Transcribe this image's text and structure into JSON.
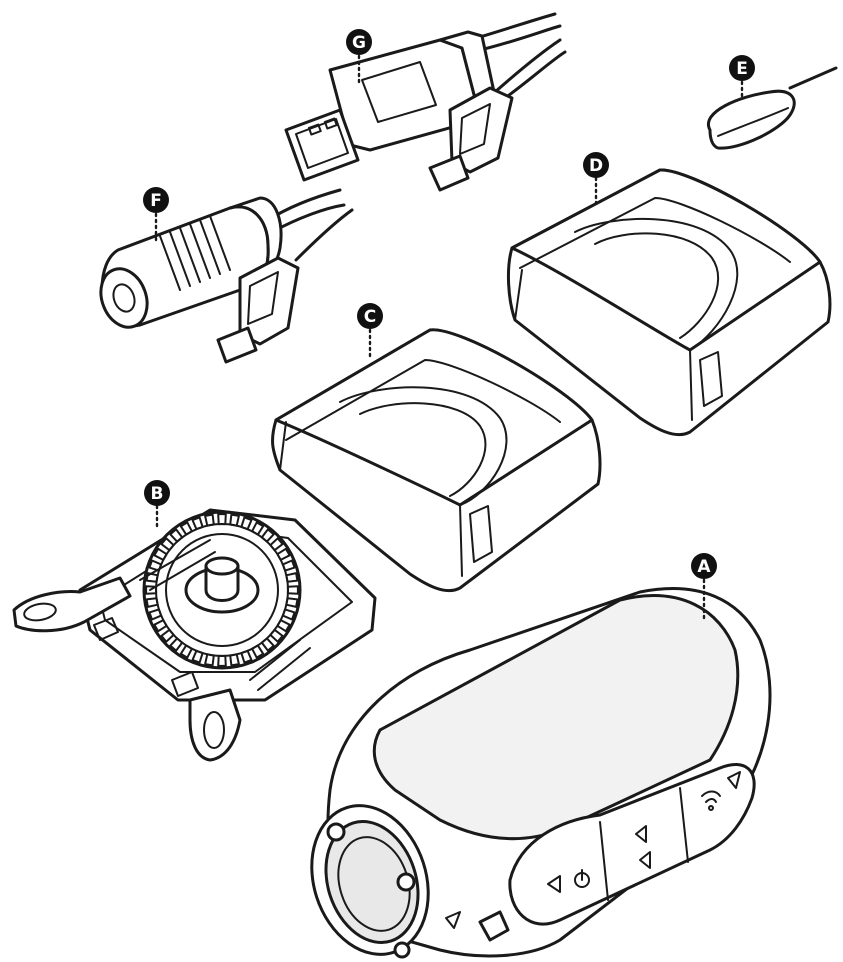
{
  "callouts": [
    {
      "id": "A",
      "label": "A"
    },
    {
      "id": "B",
      "label": "B"
    },
    {
      "id": "C",
      "label": "C"
    },
    {
      "id": "D",
      "label": "D"
    },
    {
      "id": "E",
      "label": "E"
    },
    {
      "id": "F",
      "label": "F"
    },
    {
      "id": "G",
      "label": "G"
    }
  ],
  "icons": {
    "camera_button_left": "power-icon",
    "camera_button_middle": "up-down-arrows-icon",
    "camera_button_right": "wireless-icon"
  },
  "colors": {
    "line": "#1a1a1a",
    "badge": "#111111",
    "background": "#ffffff"
  }
}
